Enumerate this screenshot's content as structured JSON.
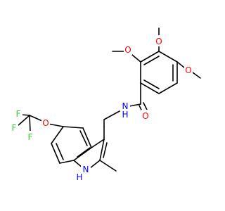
{
  "molecule": {
    "colors": {
      "bond": "#000000",
      "carbon_label": "#000000",
      "oxygen": "#ff0000",
      "nitrogen": "#0000ff",
      "fluorine": "#33cc33"
    },
    "atoms": {
      "o_methoxy_left": "O",
      "o_methoxy_mid": "O",
      "o_methoxy_right": "O",
      "o_carbonyl": "O",
      "n_amide": "N",
      "h_amide": "H",
      "o_trifluoromethoxy": "O",
      "f_top": "F",
      "f_left": "F",
      "f_bottom": "F",
      "n_indole": "N",
      "h_indole": "H"
    }
  }
}
